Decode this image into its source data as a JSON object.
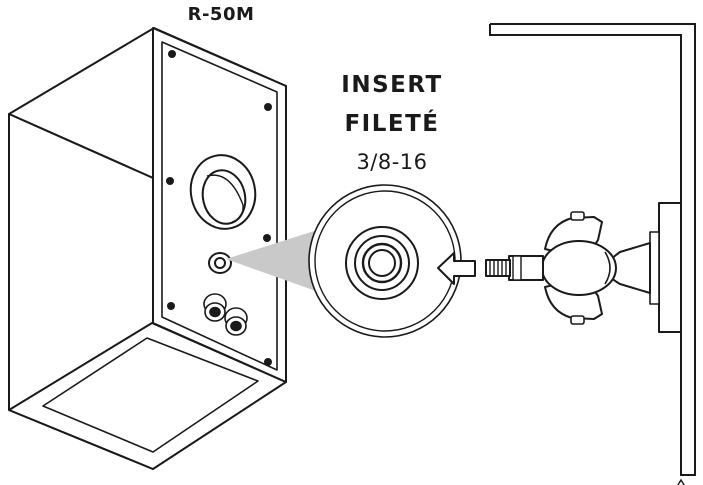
{
  "diagram": {
    "model_label": "R-50M",
    "insert_label_line1": "INSERT",
    "insert_label_line2": "FILETÉ",
    "thread_spec": "3/8-16"
  },
  "colors": {
    "stroke": "#1a1a1a",
    "magnifier_cone": "#c9c9c9",
    "magnifier_fill": "#ffffff"
  },
  "icons": {
    "direction_arrow": "arrow-right-icon",
    "corner_mark": "caret-up-icon"
  }
}
